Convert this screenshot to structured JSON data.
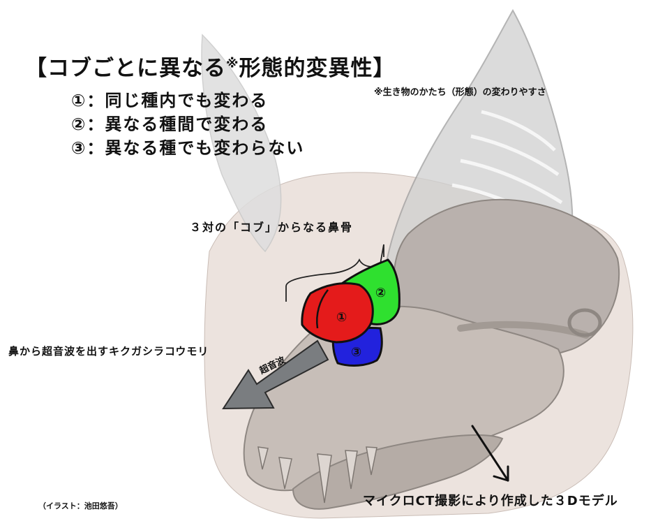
{
  "title": {
    "text": "【コブごとに異なる",
    "mark": "※",
    "rest": "形態的変異性】"
  },
  "items": [
    {
      "num": "①",
      "text": "：同じ種内でも変わる"
    },
    {
      "num": "②",
      "text": "：異なる種間で変わる"
    },
    {
      "num": "③",
      "text": "：異なる種でも変わらない"
    }
  ],
  "footnote": "※生き物のかたち（形態）の変わりやすさ",
  "brace_label": "３対の「コブ」からなる鼻骨",
  "bat_label": "鼻から超音波を出すキクガシラコウモリ",
  "arrow_label": "超音波",
  "model_label": "マイクロCT撮影により作成した３Dモデル",
  "credit": "（イラスト：池田悠吾）",
  "nodules": [
    {
      "num": "①",
      "color": "#e41b1b"
    },
    {
      "num": "②",
      "color": "#2fe02f"
    },
    {
      "num": "③",
      "color": "#2222dd"
    }
  ]
}
